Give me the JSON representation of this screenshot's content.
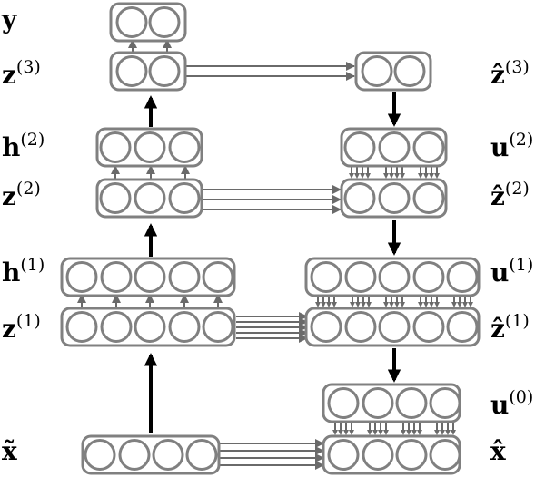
{
  "labels": {
    "y": {
      "base": "y",
      "sup": ""
    },
    "z3": {
      "base": "z",
      "sup": "(3)"
    },
    "h2": {
      "base": "h",
      "sup": "(2)"
    },
    "z2": {
      "base": "z",
      "sup": "(2)"
    },
    "h1": {
      "base": "h",
      "sup": "(1)"
    },
    "z1": {
      "base": "z",
      "sup": "(1)"
    },
    "x_tilde": {
      "base": "x̃",
      "sup": ""
    },
    "z3_hat": {
      "base": "ẑ",
      "sup": "(3)"
    },
    "u2": {
      "base": "u",
      "sup": "(2)"
    },
    "z2_hat": {
      "base": "ẑ",
      "sup": "(2)"
    },
    "u1": {
      "base": "u",
      "sup": "(1)"
    },
    "z1_hat": {
      "base": "ẑ",
      "sup": "(1)"
    },
    "u0": {
      "base": "u",
      "sup": "(0)"
    },
    "x_hat": {
      "base": "x̂",
      "sup": ""
    }
  },
  "layers": [
    {
      "id": "y",
      "units": 2
    },
    {
      "id": "z3",
      "units": 2
    },
    {
      "id": "h2",
      "units": 3
    },
    {
      "id": "z2",
      "units": 3
    },
    {
      "id": "h1",
      "units": 5
    },
    {
      "id": "z1",
      "units": 5
    },
    {
      "id": "x_tilde",
      "units": 4
    },
    {
      "id": "z3_hat",
      "units": 2
    },
    {
      "id": "u2",
      "units": 3
    },
    {
      "id": "z2_hat",
      "units": 3
    },
    {
      "id": "u1",
      "units": 5
    },
    {
      "id": "z1_hat",
      "units": 5
    },
    {
      "id": "u0",
      "units": 4
    },
    {
      "id": "x_hat",
      "units": 4
    }
  ],
  "colors": {
    "box_stroke": "#808080",
    "connection": "#6a6a6a",
    "main_arrow": "#000000"
  }
}
